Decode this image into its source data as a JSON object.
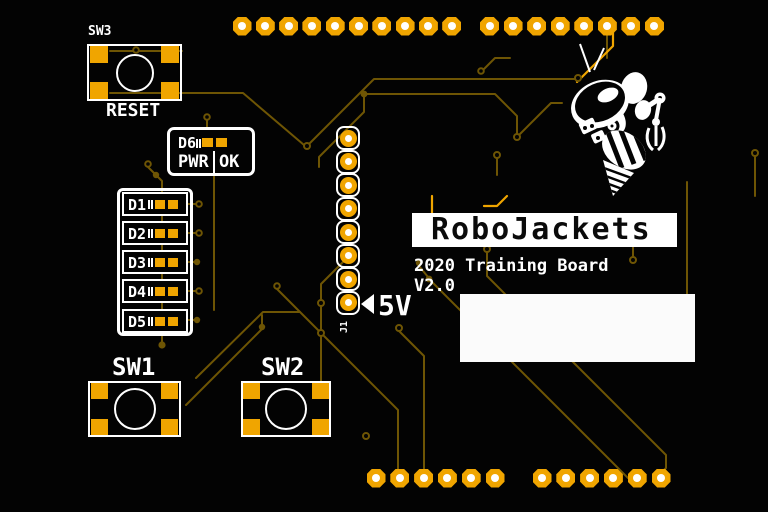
{
  "board": {
    "background": "#030303",
    "colors": {
      "pad": "#f0a500",
      "front_copper": "#f0a500",
      "back_copper": "#6e5504",
      "silkscreen": "#ffffff",
      "drill_hole": "#ffffff"
    },
    "brand": {
      "name": "RoboJackets",
      "subtitle": "2020 Training Board",
      "version": "V2.0"
    },
    "buttons": [
      {
        "ref": "SW3",
        "label": "RESET"
      },
      {
        "ref": "SW1",
        "label": ""
      },
      {
        "ref": "SW2",
        "label": ""
      }
    ],
    "power_led": {
      "ref": "D6",
      "label": "PWR OK"
    },
    "leds": [
      {
        "ref": "D1"
      },
      {
        "ref": "D2"
      },
      {
        "ref": "D3"
      },
      {
        "ref": "D4"
      },
      {
        "ref": "D5"
      }
    ],
    "header": {
      "ref": "J1",
      "pins": 8,
      "net_label": "5V"
    },
    "pad_rows": {
      "top": [
        10,
        8
      ],
      "bottom": [
        6,
        6
      ]
    }
  }
}
